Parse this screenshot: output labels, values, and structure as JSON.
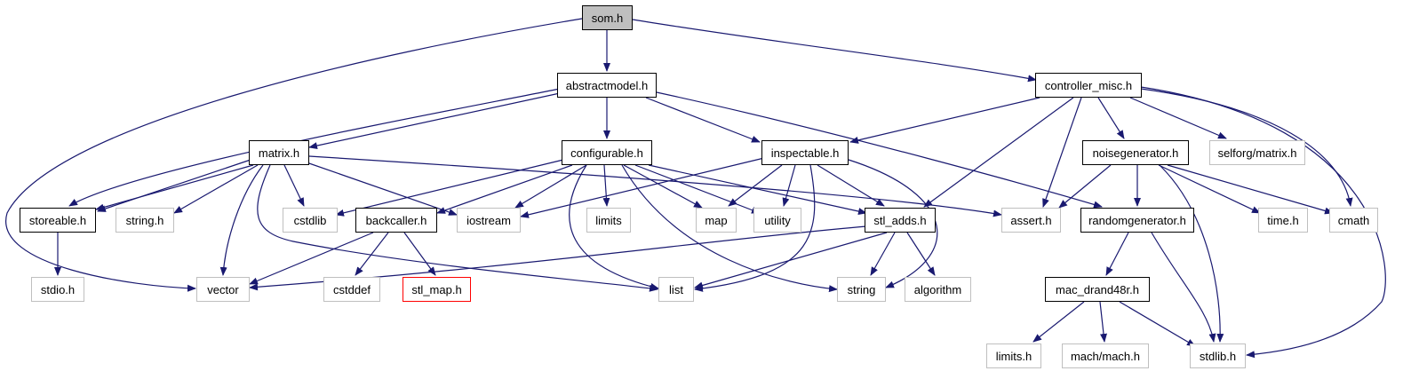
{
  "graph": {
    "colors": {
      "edge": "#191970",
      "internal_border": "#000000",
      "external_border": "#bfbfbf",
      "missing_border": "#ff0000",
      "root_fill": "#bfbfbf"
    },
    "nodes": {
      "som": "som.h",
      "abstractmodel": "abstractmodel.h",
      "controller_misc": "controller_misc.h",
      "matrix": "matrix.h",
      "configurable": "configurable.h",
      "inspectable": "inspectable.h",
      "noisegenerator": "noisegenerator.h",
      "selforg_matrix": "selforg/matrix.h",
      "storeable": "storeable.h",
      "string_h": "string.h",
      "cstdlib": "cstdlib",
      "backcaller": "backcaller.h",
      "iostream": "iostream",
      "limits": "limits",
      "map": "map",
      "utility": "utility",
      "stl_adds": "stl_adds.h",
      "assert": "assert.h",
      "randomgenerator": "randomgenerator.h",
      "time": "time.h",
      "cmath": "cmath",
      "stdio": "stdio.h",
      "vector": "vector",
      "cstddef": "cstddef",
      "stl_map": "stl_map.h",
      "list": "list",
      "string": "string",
      "algorithm": "algorithm",
      "mac_drand48r": "mac_drand48r.h",
      "limits_h": "limits.h",
      "mach_mach": "mach/mach.h",
      "stdlib": "stdlib.h"
    }
  }
}
